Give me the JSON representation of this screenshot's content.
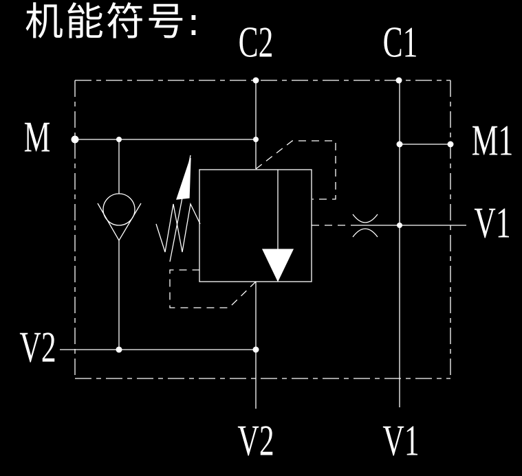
{
  "title": "机能符号:",
  "ports": {
    "c2_top": "C2",
    "c1_top": "C1",
    "m_left": "M",
    "m1_right": "M1",
    "v1_right": "V1",
    "v2_left": "V2",
    "v2_bottom": "V2",
    "v1_bottom": "V1"
  },
  "colors": {
    "background": "#000000",
    "line": "#ffffff"
  },
  "symbols": [
    "enclosure-boundary-dash-dot",
    "check-valve-ball-and-seat",
    "pilot-operated-counterbalance-valve-body",
    "internal-flow-arrow",
    "adjustable-spring",
    "adjustment-arrow",
    "orifice-restrictor",
    "pilot-dashed-lines",
    "junction-dots"
  ]
}
